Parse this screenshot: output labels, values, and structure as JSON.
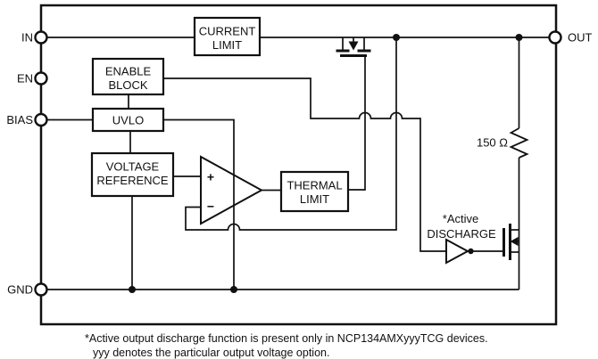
{
  "pins": {
    "in": "IN",
    "en": "EN",
    "bias": "BIAS",
    "gnd": "GND",
    "out": "OUT"
  },
  "blocks": {
    "current_limit": [
      "CURRENT",
      "LIMIT"
    ],
    "enable_block": [
      "ENABLE",
      "BLOCK"
    ],
    "uvlo": [
      "UVLO"
    ],
    "voltage_reference": [
      "VOLTAGE",
      "REFERENCE"
    ],
    "thermal_limit": [
      "THERMAL",
      "LIMIT"
    ]
  },
  "opamp": {
    "noninverting_input": "+",
    "inverting_input": "−"
  },
  "resistor": {
    "value": "150 Ω"
  },
  "discharge": {
    "note": "*Active",
    "label": "DISCHARGE"
  },
  "footnote": [
    "*Active output discharge function is present only in NCP134AMXyyyTCG devices.",
    "yyy denotes the particular output voltage option."
  ],
  "colors": {
    "line": "#111111",
    "background": "#ffffff"
  }
}
